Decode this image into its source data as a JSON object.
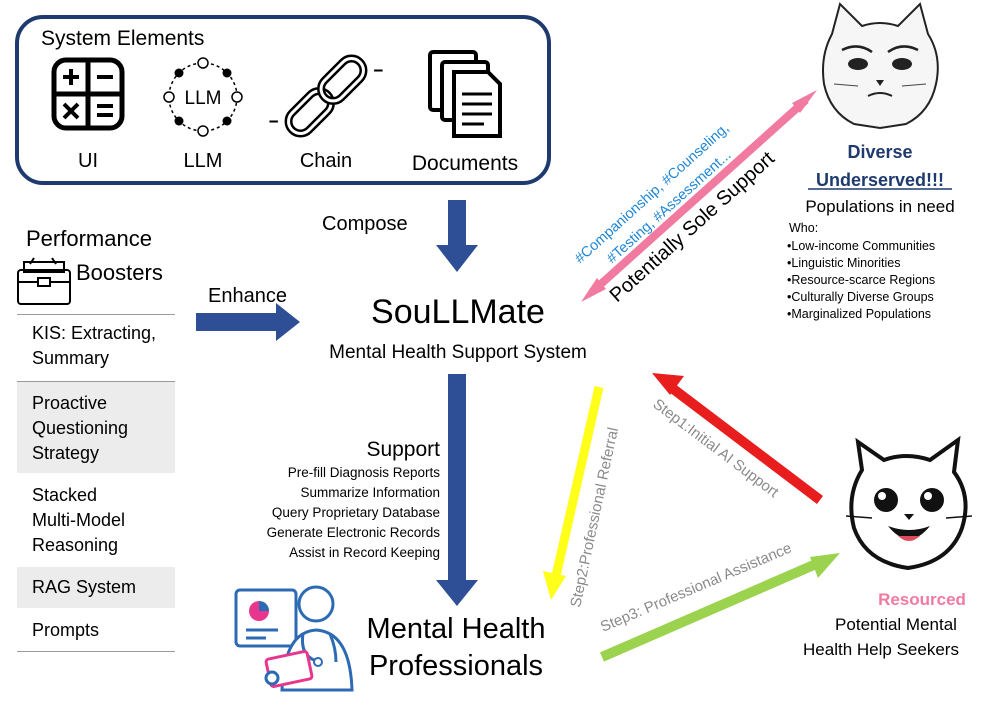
{
  "system_elements": {
    "title": "System Elements",
    "items": [
      {
        "label": "UI",
        "icon": "calculator-icon"
      },
      {
        "label": "LLM",
        "icon": "llm-network-icon",
        "icon_text": "LLM"
      },
      {
        "label": "Chain",
        "icon": "chain-link-icon"
      },
      {
        "label": "Documents",
        "icon": "documents-icon"
      }
    ]
  },
  "arrows": {
    "compose": "Compose",
    "enhance": "Enhance"
  },
  "boosters": {
    "title_line1": "Performance",
    "title_line2": "Boosters",
    "items": [
      {
        "lines": [
          "KIS: Extracting,",
          "Summary"
        ]
      },
      {
        "lines": [
          "Proactive",
          "Questioning",
          "Strategy"
        ]
      },
      {
        "lines": [
          "Stacked",
          "Multi-Model",
          "Reasoning"
        ]
      },
      {
        "lines": [
          "RAG System"
        ]
      },
      {
        "lines": [
          "Prompts"
        ]
      }
    ]
  },
  "center": {
    "name": "SouLLMate",
    "subtitle": "Mental Health Support System"
  },
  "support": {
    "title": "Support",
    "items": [
      "Pre-fill Diagnosis Reports",
      "Summarize Information",
      "Query Proprietary Database",
      "Generate Electronic Records",
      "Assist in Record Keeping"
    ]
  },
  "professionals": {
    "line1": "Mental Health",
    "line2": "Professionals"
  },
  "underserved": {
    "line1": "Diverse",
    "line2": "Underserved!!!",
    "sub": "Populations in need",
    "who": "Who:",
    "groups": [
      "•Low-income Communities",
      "•Linguistic Minorities",
      "•Resource-scarce Regions",
      "•Culturally Diverse Groups",
      "•Marginalized Populations"
    ]
  },
  "sole_support": {
    "tags_line1": "#Companionship, #Counseling,",
    "tags_line2": "#Testing, #Assessment...",
    "label": "Potentially Sole Support"
  },
  "steps": {
    "step1": "Step1:Initial AI Support",
    "step2": "Step2:Professional Referral",
    "step3": "Step3: Professional Assistance"
  },
  "resourced": {
    "title": "Resourced",
    "line1": "Potential Mental",
    "line2": "Health Help Seekers"
  },
  "colors": {
    "frame_blue": "#1f3a6e",
    "arrow_blue": "#2e4f96",
    "pink": "#f07aa0",
    "red": "#e81e1e",
    "yellow": "#ffff1a",
    "green": "#9bd34f",
    "tag_blue": "#1f86d6",
    "underserved_blue": "#1f3a6e",
    "resourced_pink": "#f07aa0",
    "step_gray": "#8a8a8a",
    "icon_blue": "#2c6bb3",
    "icon_pink": "#e8368f"
  }
}
